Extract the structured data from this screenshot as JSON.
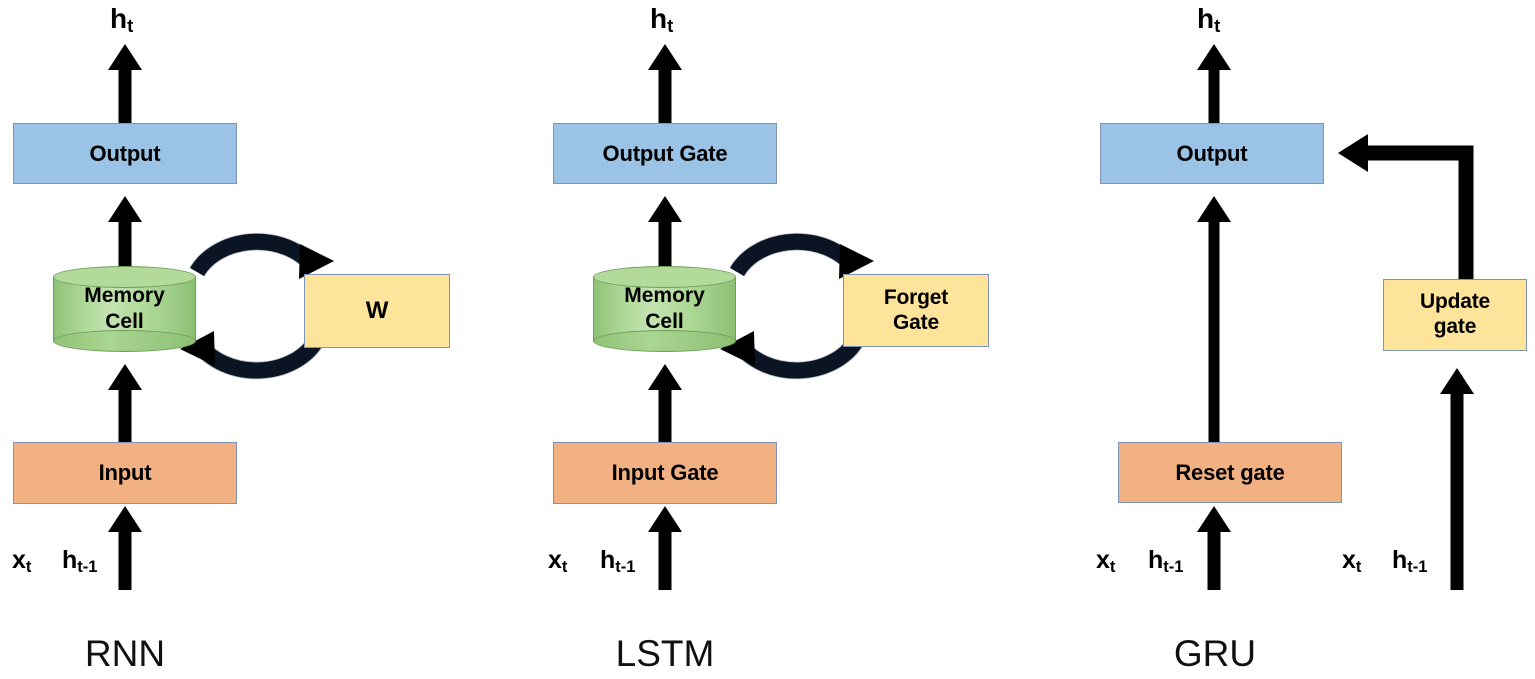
{
  "figure": {
    "title_text": "",
    "background": "#ffffff",
    "colors": {
      "blue": "#9AC3E6",
      "orange": "#F2B183",
      "yellow": "#FDE49A",
      "green": "#A3D18B",
      "arrow": "#000000",
      "box_border": "#7E95B8",
      "curved_arrow_outline": "#1F3864"
    }
  },
  "panels": [
    {
      "id": "rnn",
      "caption": "RNN",
      "output_top_label": "h",
      "output_top_sub": "t",
      "blocks": {
        "output": "Output",
        "memory_cell_line1": "Memory",
        "memory_cell_line2": "Cell",
        "recurrent": "W",
        "input": "Input"
      },
      "inputs": [
        {
          "x_label": "x",
          "x_sub": "t",
          "h_label": "h",
          "h_sub": "t-1"
        }
      ]
    },
    {
      "id": "lstm",
      "caption": "LSTM",
      "output_top_label": "h",
      "output_top_sub": "t",
      "blocks": {
        "output": "Output Gate",
        "memory_cell_line1": "Memory",
        "memory_cell_line2": "Cell",
        "recurrent_line1": "Forget",
        "recurrent_line2": "Gate",
        "input": "Input Gate"
      },
      "inputs": [
        {
          "x_label": "x",
          "x_sub": "t",
          "h_label": "h",
          "h_sub": "t-1"
        }
      ]
    },
    {
      "id": "gru",
      "caption": "GRU",
      "output_top_label": "h",
      "output_top_sub": "t",
      "blocks": {
        "output": "Output",
        "reset_gate": "Reset gate",
        "update_gate_line1": "Update",
        "update_gate_line2": "gate"
      },
      "inputs": [
        {
          "x_label": "x",
          "x_sub": "t",
          "h_label": "h",
          "h_sub": "t-1"
        },
        {
          "x_label": "x",
          "x_sub": "t",
          "h_label": "h",
          "h_sub": "t-1"
        }
      ]
    }
  ]
}
